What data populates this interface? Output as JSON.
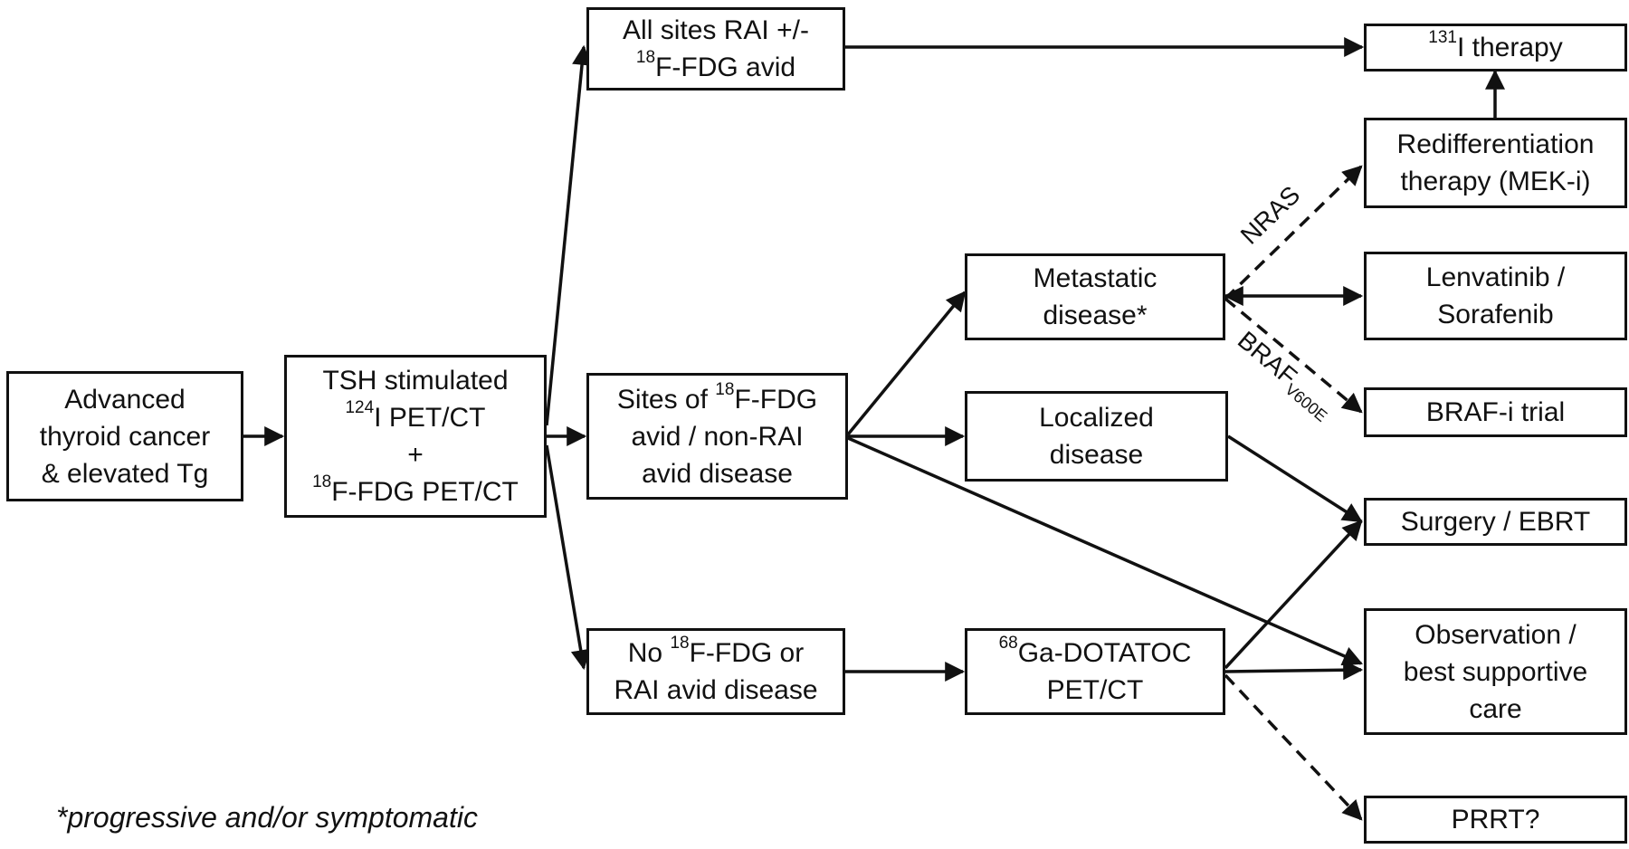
{
  "nodes": {
    "advanced": {
      "line1": "Advanced",
      "line2": "thyroid cancer",
      "line3": "& elevated Tg"
    },
    "tsh": {
      "line1": "TSH stimulated",
      "line2_sup": "124",
      "line2": "I PET/CT",
      "line3": "+",
      "line4_sup": "18",
      "line4": "F-FDG PET/CT"
    },
    "all_sites": {
      "line1": "All sites RAI +/-",
      "line2_sup": "18",
      "line2": "F-FDG avid"
    },
    "sites_fdg": {
      "line1_pre": "Sites of ",
      "line1_sup": "18",
      "line1": "F-FDG",
      "line2": "avid / non-RAI",
      "line3": "avid disease"
    },
    "no_fdg": {
      "line1_pre": "No ",
      "line1_sup": "18",
      "line1": "F-FDG or",
      "line2": "RAI avid disease"
    },
    "metastatic": {
      "line1": "Metastatic",
      "line2": "disease*"
    },
    "localized": {
      "line1": "Localized",
      "line2": "disease"
    },
    "dotatoc": {
      "line1_sup": "68",
      "line1": "Ga-DOTATOC",
      "line2": "PET/CT"
    },
    "i131": {
      "sup": "131",
      "text": "I therapy"
    },
    "redifferentiation": {
      "line1": "Redifferentiation",
      "line2": "therapy (MEK-i)"
    },
    "lenvatinib": {
      "line1": "Lenvatinib /",
      "line2": "Sorafenib"
    },
    "braf_trial": {
      "text": "BRAF-i trial"
    },
    "surgery": {
      "text": "Surgery / EBRT"
    },
    "observation": {
      "line1": "Observation /",
      "line2": "best supportive",
      "line3": "care"
    },
    "prrt": {
      "text": "PRRT?"
    }
  },
  "edge_labels": {
    "nras": "NRAS",
    "braf": "BRAF",
    "braf_sub": "V600E"
  },
  "footnote": "*progressive and/or symptomatic"
}
